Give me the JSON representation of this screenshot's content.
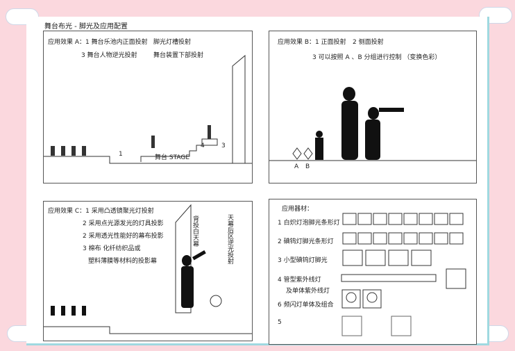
{
  "title": "舞台布光 - 脚光及应用配置",
  "panel_a": {
    "line1": "应用效果 A：1 舞台乐池内正面投射",
    "line1b": "脚光灯槽投射",
    "line2": "3 舞台人物逆光投射",
    "line2b": "舞台装置下部投射",
    "label_1": "1",
    "label_4": "4",
    "label_3": "3",
    "stage": "舞台 STAGE"
  },
  "panel_b": {
    "line1": "应用效果 B：1 正面投射",
    "line1b": "2 侧面投射",
    "line2": "3 可以按照 A 、B 分组进行控制 （变换色彩）",
    "label_a": "A",
    "label_b": "B"
  },
  "panel_c": {
    "lines": [
      "应用效果 C：1 采用凸透镜聚光灯投射",
      "2 采用点光源发光的灯具投影",
      "2 采用透光性能好的幕布投影",
      "3 棉布 化纤纺织品或",
      "塑料薄膜等材料的投影幕"
    ],
    "screen_label": "背投白天幕",
    "rear_label": "天幕后区逆光投射"
  },
  "panel_d": {
    "heading": "应用器材：",
    "items": [
      "1 白炽灯泡脚光条形灯",
      "2 碘钨灯脚光条形灯",
      "3 小型碘钨灯脚光",
      "4 管型紫外线灯",
      "及单体紫外线灯",
      "6 频闪灯单体及组合",
      "5"
    ]
  }
}
